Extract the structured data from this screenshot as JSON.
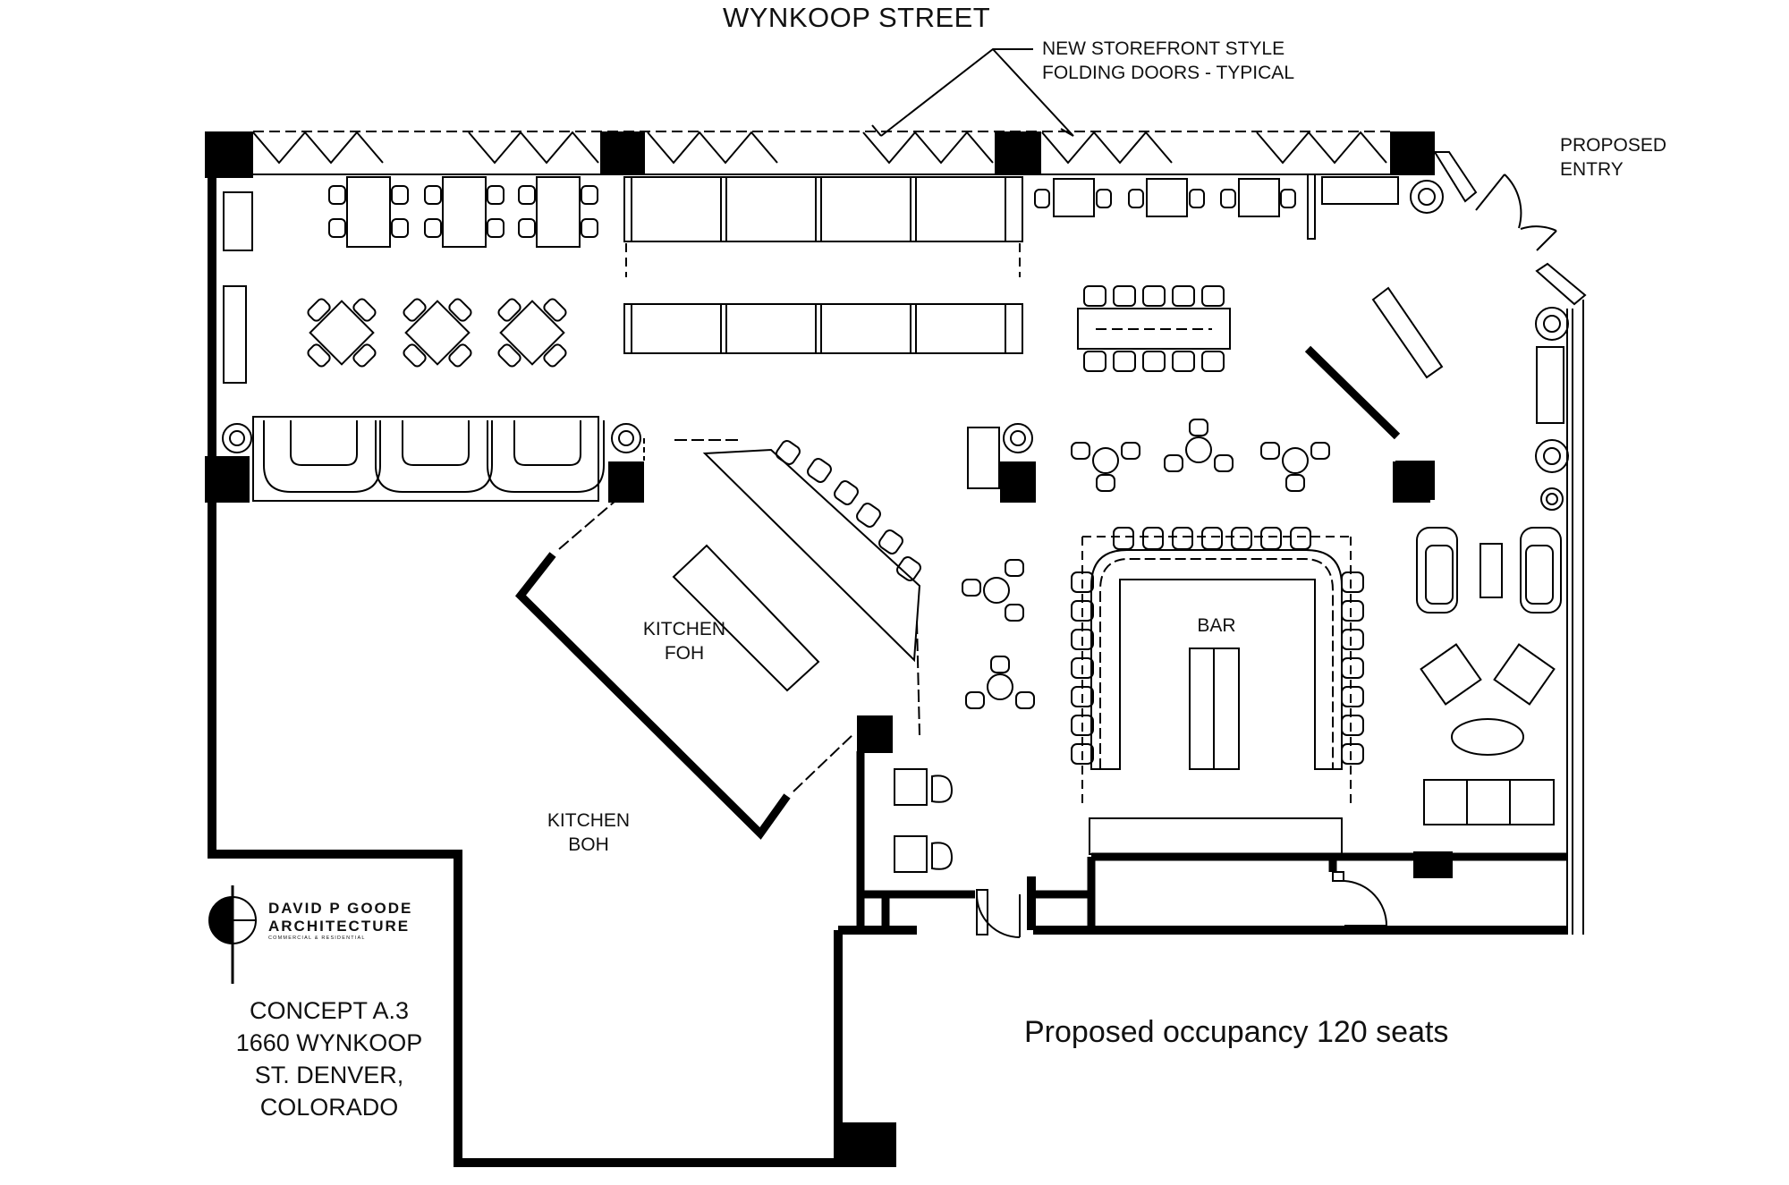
{
  "labels": {
    "street": "WYNKOOP STREET",
    "doors_note_1": "NEW STOREFRONT STYLE",
    "doors_note_2": "FOLDING DOORS - TYPICAL",
    "entry_1": "PROPOSED",
    "entry_2": "ENTRY",
    "kitchen_foh_1": "KITCHEN",
    "kitchen_foh_2": "FOH",
    "kitchen_boh_1": "KITCHEN",
    "kitchen_boh_2": "BOH",
    "bar": "BAR",
    "occupancy": "Proposed occupancy 120 seats"
  },
  "firm": {
    "name_1": "DAVID P GOODE",
    "name_2": "ARCHITECTURE",
    "tagline": "COMMERCIAL & RESIDENTIAL"
  },
  "concept": {
    "line_1": "CONCEPT A.3",
    "line_2": "1660 WYNKOOP",
    "line_3": "ST. DENVER,",
    "line_4": "COLORADO"
  },
  "colors": {
    "ink": "#000000",
    "paper": "#ffffff"
  }
}
